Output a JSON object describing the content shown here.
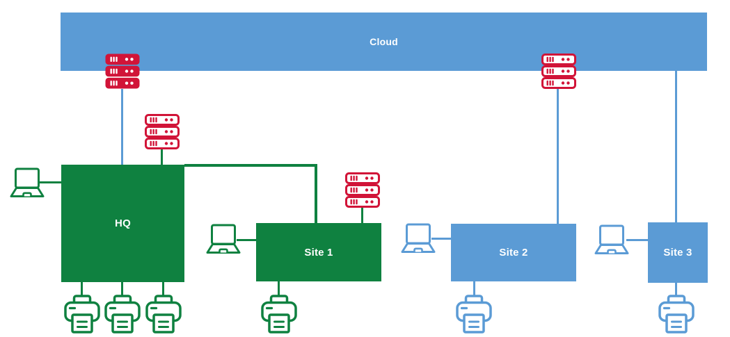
{
  "diagram": {
    "type": "network-topology",
    "nodes": {
      "cloud": {
        "label": "Cloud",
        "color": "#5B9BD5"
      },
      "hq": {
        "label": "HQ",
        "color": "#0F8140"
      },
      "site1": {
        "label": "Site 1",
        "color": "#0F8140"
      },
      "site2": {
        "label": "Site 2",
        "color": "#5B9BD5"
      },
      "site3": {
        "label": "Site 3",
        "color": "#5B9BD5"
      }
    },
    "colors": {
      "blue": "#5B9BD5",
      "green": "#0F8140",
      "red": "#D11438",
      "label_text": "#FFFFFF",
      "background": "#FFFFFF"
    },
    "icons": {
      "server_rack": "server-rack-icon",
      "laptop": "laptop-icon",
      "printer": "printer-icon"
    },
    "counts": {
      "server_racks": 4,
      "laptops": 4,
      "printers": 6
    }
  }
}
